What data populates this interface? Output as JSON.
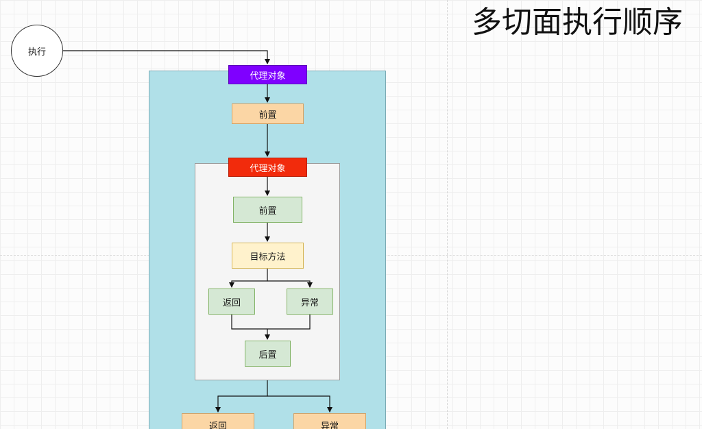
{
  "title": "多切面执行顺序",
  "execute_label": "执行",
  "outer": {
    "proxy_label": "代理对象",
    "before_label": "前置",
    "return_label": "返回",
    "exception_label": "异常"
  },
  "inner": {
    "proxy_label": "代理对象",
    "before_label": "前置",
    "target_label": "目标方法",
    "return_label": "返回",
    "exception_label": "异常",
    "after_label": "后置"
  },
  "colors": {
    "outer_container": "#b0e0e8",
    "inner_container": "#f5f5f5",
    "outer_proxy": "#7f00ff",
    "inner_proxy": "#f22b0c",
    "outer_steps": "#fbd6a5",
    "inner_steps": "#d5e8d4",
    "target_method": "#fff2cc"
  }
}
